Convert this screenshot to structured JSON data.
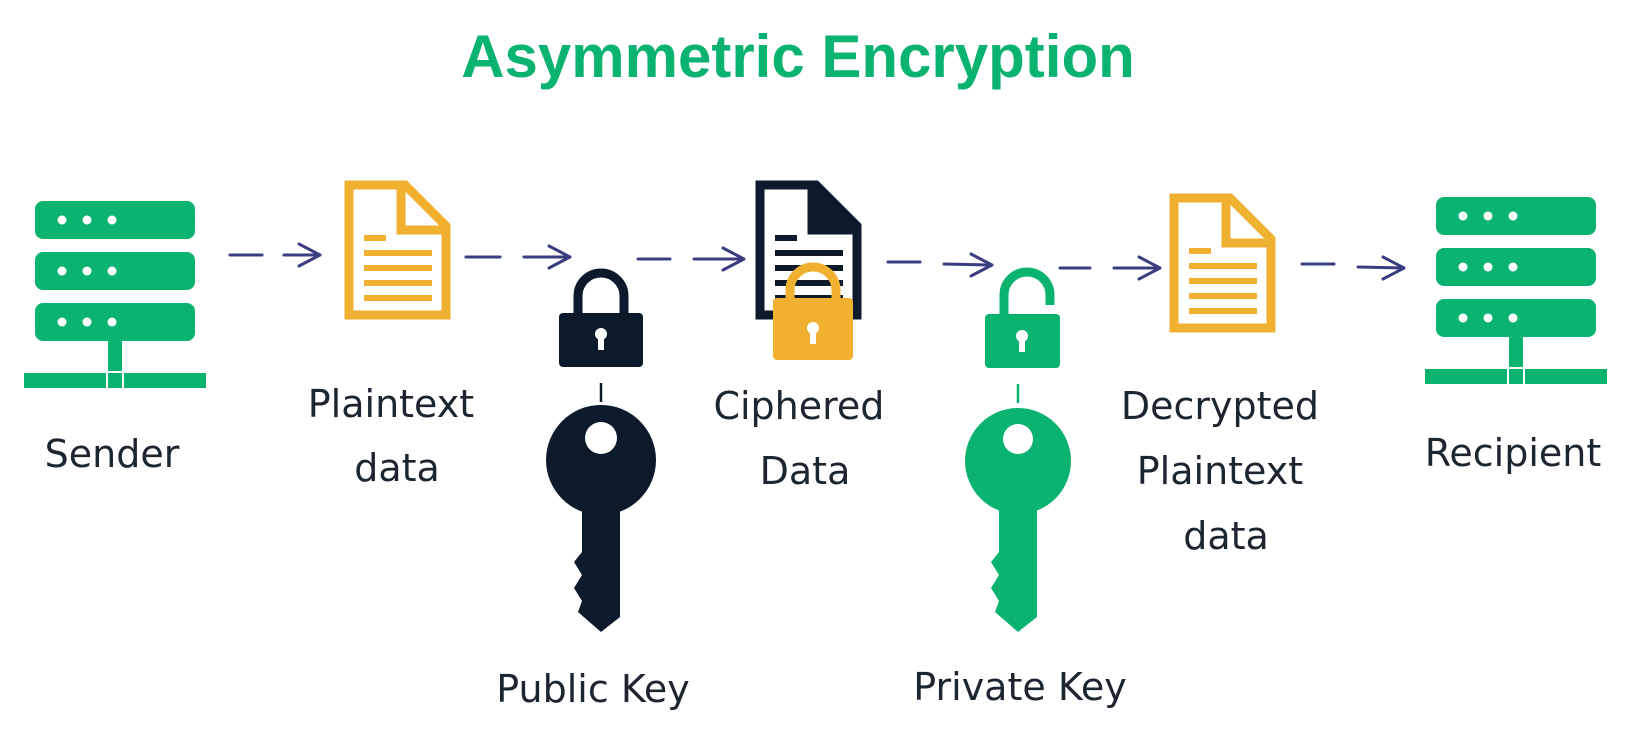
{
  "title": "Asymmetric Encryption",
  "labels": {
    "sender": "Sender",
    "plaintext": [
      "Plaintext",
      "data"
    ],
    "public_key": "Public Key",
    "ciphered": [
      "Ciphered",
      "Data"
    ],
    "private_key": "Private Key",
    "decrypted": [
      "Decrypted",
      "Plaintext",
      "data"
    ],
    "recipient": "Recipient"
  },
  "colors": {
    "green": "#0bb370",
    "yellow": "#efb12f",
    "navy": "#0c1a2c",
    "arrow": "#3a3d80",
    "text": "#1c2530"
  },
  "icons": {
    "sender": "server-icon",
    "plaintext": "document-icon",
    "public_key": "key-icon",
    "lock": "closed-padlock-icon",
    "ciphered": "document-icon",
    "private_key": "key-icon",
    "unlock": "open-padlock-icon",
    "decrypted": "document-icon",
    "recipient": "server-icon"
  }
}
